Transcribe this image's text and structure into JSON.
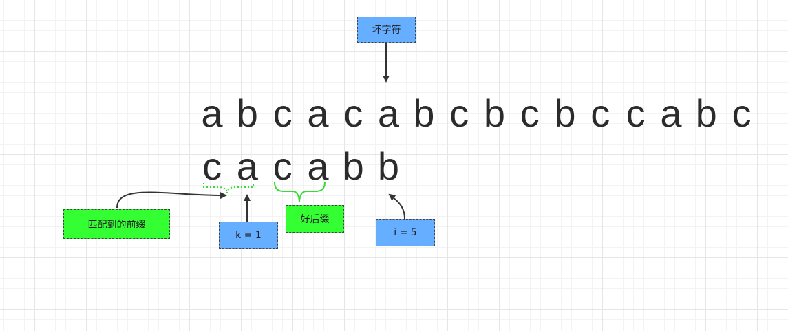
{
  "text_string": [
    "a",
    "b",
    "c",
    "a",
    "c",
    "a",
    "b",
    "c",
    "b",
    "c",
    "b",
    "c",
    "c",
    "a",
    "b",
    "c"
  ],
  "pattern_string": [
    "c",
    "a",
    "c",
    "a",
    "b",
    "b"
  ],
  "labels": {
    "bad_char": "坏字符",
    "matched_prefix": "匹配到的前缀",
    "k": "k = 1",
    "good_suffix": "好后缀",
    "i": "i = 5"
  },
  "colors": {
    "blue_box": "#66aeff",
    "green_box": "#33ff33",
    "brace": "#33dd33",
    "arrow": "#333333"
  }
}
